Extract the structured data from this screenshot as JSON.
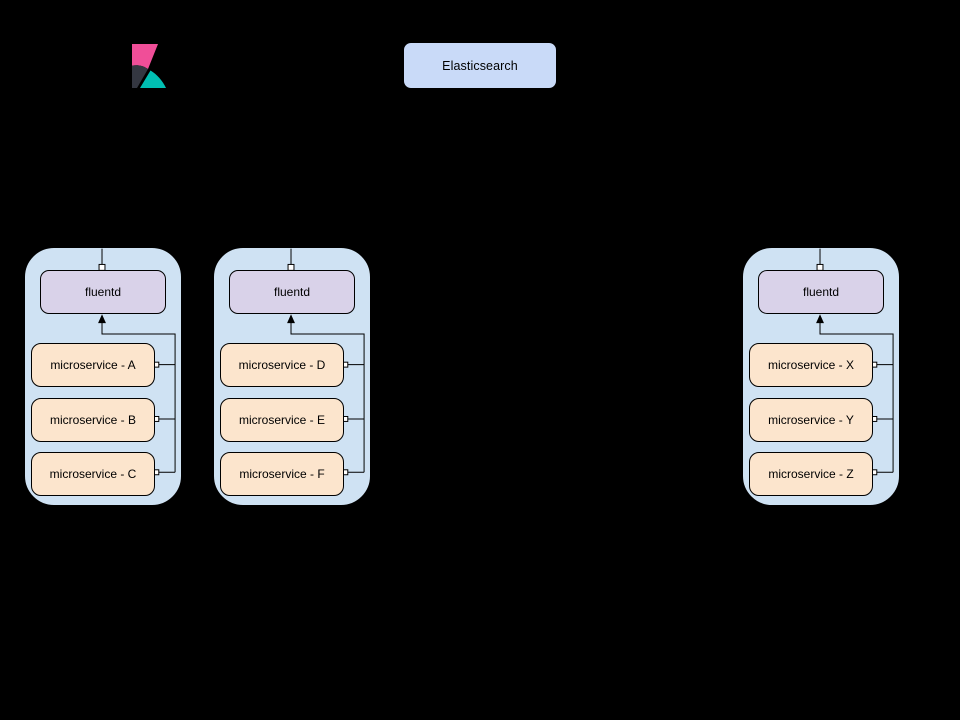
{
  "diagram": {
    "background_color": "#000000",
    "kibana": {
      "icon_name": "kibana-logo",
      "pink": "#F04E98",
      "dark": "#343741",
      "teal": "#00BFB3"
    },
    "elasticsearch": {
      "label": "Elasticsearch",
      "fill": "#c9daf8"
    },
    "node_style": {
      "container_fill": "#cfe2f3",
      "fluentd_fill": "#d9d2e9",
      "service_fill": "#fce5cd",
      "line_color": "#000000",
      "connector_fill": "#ffffff"
    },
    "nodes": [
      {
        "fluentd_label": "fluentd",
        "services": [
          "microservice - A",
          "microservice - B",
          "microservice - C"
        ]
      },
      {
        "fluentd_label": "fluentd",
        "services": [
          "microservice - D",
          "microservice - E",
          "microservice - F"
        ]
      },
      {
        "fluentd_label": "fluentd",
        "services": [
          "microservice - X",
          "microservice - Y",
          "microservice - Z"
        ]
      }
    ]
  }
}
